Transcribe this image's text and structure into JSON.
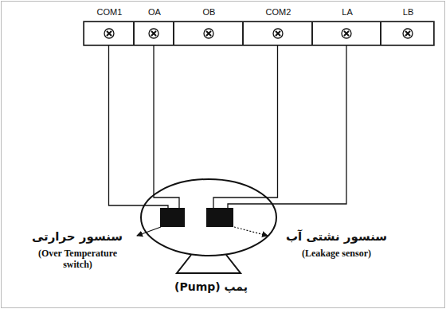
{
  "diagram": {
    "nodes": [
      {
        "text": [
          "COM1"
        ]
      },
      {
        "text": [
          "OA"
        ]
      },
      {
        "text": [
          "OB"
        ]
      },
      {
        "text": [
          "COM2"
        ]
      },
      {
        "text": [
          "LA"
        ]
      },
      {
        "text": [
          "LB"
        ]
      },
      {
        "text": [
          "سنسور حرارتی",
          "(Over Temperature switch)"
        ]
      },
      {
        "text": [
          "سنسور نشتی آب",
          "(Leakage sensor)"
        ]
      }
    ],
    "edges": [
      {
        "from": 0,
        "to": 6,
        "arrow": "none"
      },
      {
        "from": 1,
        "to": 6,
        "arrow": "none"
      },
      {
        "from": 3,
        "to": 7,
        "arrow": "none"
      },
      {
        "from": 4,
        "to": 7,
        "arrow": "none"
      }
    ],
    "labels": [
      "(Pump) پمپ"
    ]
  }
}
